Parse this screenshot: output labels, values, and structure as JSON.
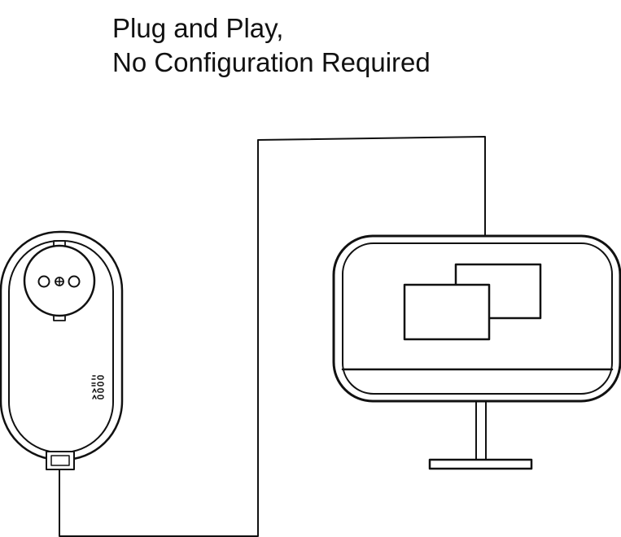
{
  "heading": {
    "line1": "Plug and Play,",
    "line2": "No Configuration Required"
  },
  "colors": {
    "stroke": "#111111",
    "background": "#ffffff"
  },
  "icons": {
    "adapter": "powerline-adapter-icon",
    "monitor": "computer-monitor-icon",
    "cable": "ethernet-cable"
  }
}
